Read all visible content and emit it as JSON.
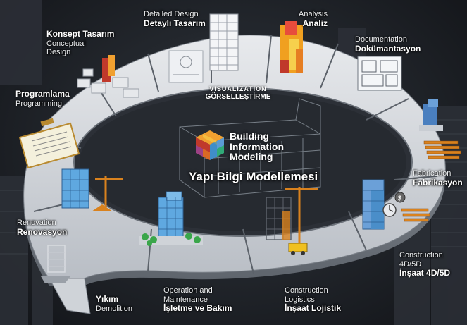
{
  "center": {
    "line1": "Building",
    "line2": "Information",
    "line3": "Modeling",
    "turkish": "Yapı Bilgi Modellemesi"
  },
  "visualization": {
    "en": "VISUALIZATION",
    "tr": "GÖRSELLEŞTİRME"
  },
  "stages": {
    "conceptual": {
      "tr": "Konsept Tasarım",
      "en1": "Conceptual",
      "en2": "Design"
    },
    "detailed": {
      "en": "Detailed Design",
      "tr": "Detaylı Tasarım"
    },
    "analysis": {
      "en": "Analysis",
      "tr": "Analiz"
    },
    "documentation": {
      "en": "Documentation",
      "tr": "Dokümantasyon"
    },
    "fabrication": {
      "en": "Fabrication",
      "tr": "Fabrikasyon"
    },
    "construction": {
      "en1": "Construction",
      "en2": "4D/5D",
      "tr": "İnşaat 4D/5D"
    },
    "logistics": {
      "en1": "Construction",
      "en2": "Logistics",
      "tr": "İnşaat Lojistik"
    },
    "operation": {
      "en1": "Operation and",
      "en2": "Maintenance",
      "tr": "İşletme ve Bakım"
    },
    "demolition": {
      "tr": "Yıkım",
      "en": "Demolition"
    },
    "renovation": {
      "en": "Renovation",
      "tr": "Renovasyon"
    },
    "programming": {
      "tr": "Programlama",
      "en": "Programming"
    }
  },
  "colors": {
    "ring": "#dcdfe3",
    "ring_shadow": "#8a9098",
    "background": "#1a1d22",
    "building_blue": "#4a8ec9",
    "analysis_orange": "#f0a020",
    "crane_orange": "#d9821e"
  }
}
